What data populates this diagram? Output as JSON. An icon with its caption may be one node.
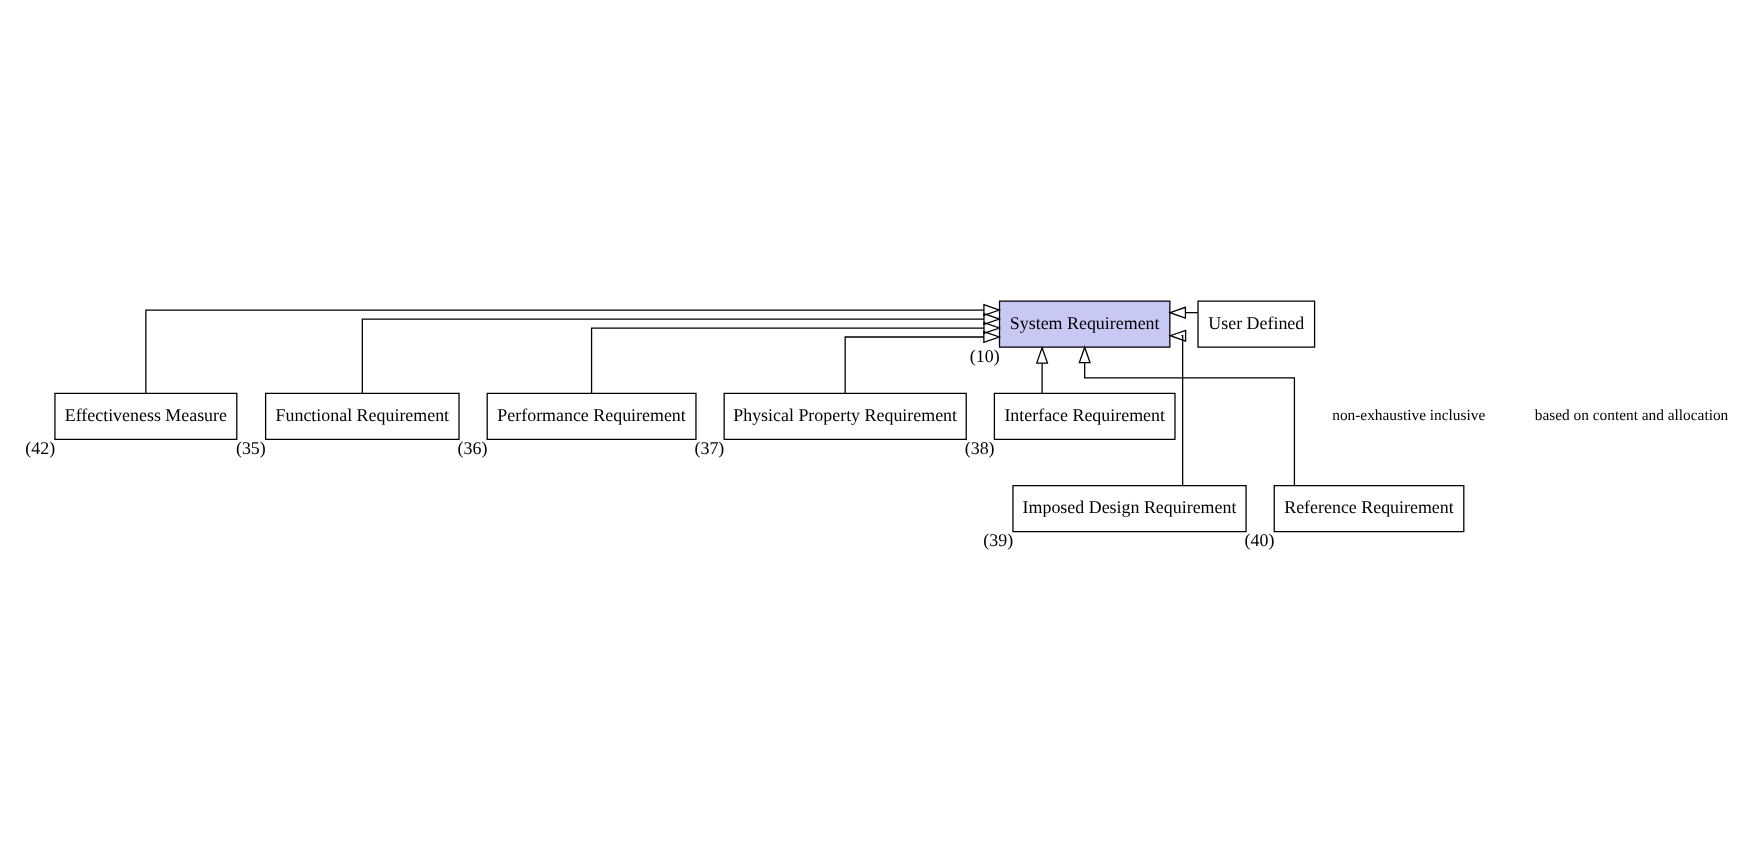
{
  "diagram": {
    "nodes": [
      {
        "text": [
          "System Requirement"
        ],
        "beside": [
          "(10)"
        ]
      },
      {
        "text": [
          "User Defined"
        ]
      },
      {
        "text": [
          "Effectiveness Measure"
        ],
        "beside": [
          "(42)"
        ]
      },
      {
        "text": [
          "Functional Requirement"
        ],
        "beside": [
          "(35)"
        ]
      },
      {
        "text": [
          "Performance Requirement"
        ],
        "beside": [
          "(36)"
        ]
      },
      {
        "text": [
          "Physical Property Requirement"
        ],
        "beside": [
          "(37)"
        ]
      },
      {
        "text": [
          "Interface Requirement"
        ],
        "beside": [
          "(38)"
        ]
      },
      {
        "text": [
          "Imposed Design Requirement"
        ],
        "beside": [
          "(39)"
        ]
      },
      {
        "text": [
          "Reference Requirement"
        ],
        "beside": [
          "(40)"
        ]
      }
    ],
    "edges": [
      {
        "from": 1,
        "to": 0,
        "arrow": "to"
      },
      {
        "from": 2,
        "to": 0,
        "arrow": "to"
      },
      {
        "from": 3,
        "to": 0,
        "arrow": "to"
      },
      {
        "from": 4,
        "to": 0,
        "arrow": "to"
      },
      {
        "from": 5,
        "to": 0,
        "arrow": "to"
      },
      {
        "from": 6,
        "to": 0,
        "arrow": "to"
      },
      {
        "from": 7,
        "to": 0,
        "arrow": "to"
      },
      {
        "from": 8,
        "to": 0,
        "arrow": "to"
      }
    ],
    "labels": [
      "non-exhaustive inclusive",
      "based on content and allocation"
    ]
  }
}
